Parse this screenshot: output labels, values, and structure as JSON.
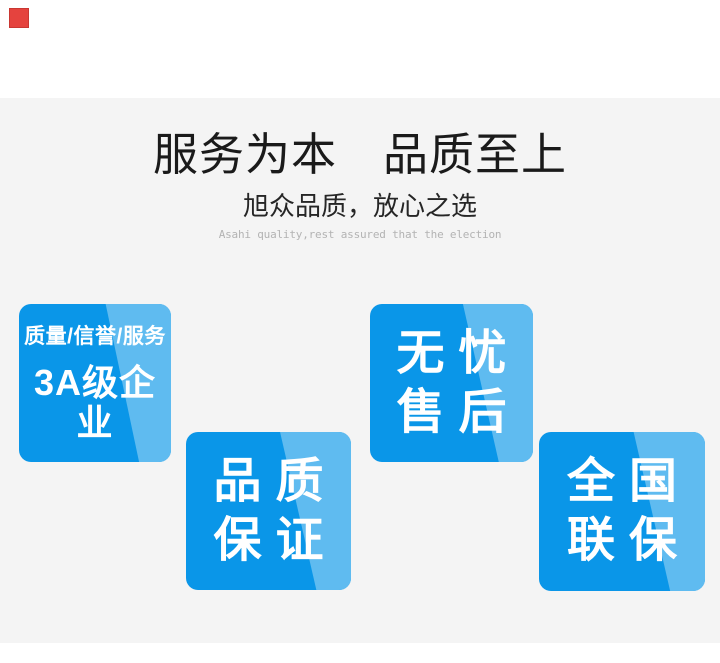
{
  "page": {
    "background_color": "#ffffff",
    "panel_color": "#f4f4f4"
  },
  "marker": {
    "color": "#e5433e"
  },
  "header": {
    "title": "服务为本　品质至上",
    "subtitle": "旭众品质，放心之选",
    "subtitle_en": "Asahi quality,rest assured that the election"
  },
  "colors": {
    "badge_main": "#0a96e8",
    "badge_gloss": "#5fbbf0",
    "badge_text": "#ffffff"
  },
  "badges": [
    {
      "id": "3a-enterprise",
      "line1": "质量/信誉/服务",
      "line2": "3A级企业"
    },
    {
      "id": "quality-guarantee",
      "line1": "品质",
      "line2": "保证"
    },
    {
      "id": "worryfree-aftersales",
      "line1": "无忧",
      "line2": "售后"
    },
    {
      "id": "nationwide-warranty",
      "line1": "全国",
      "line2": "联保"
    }
  ]
}
